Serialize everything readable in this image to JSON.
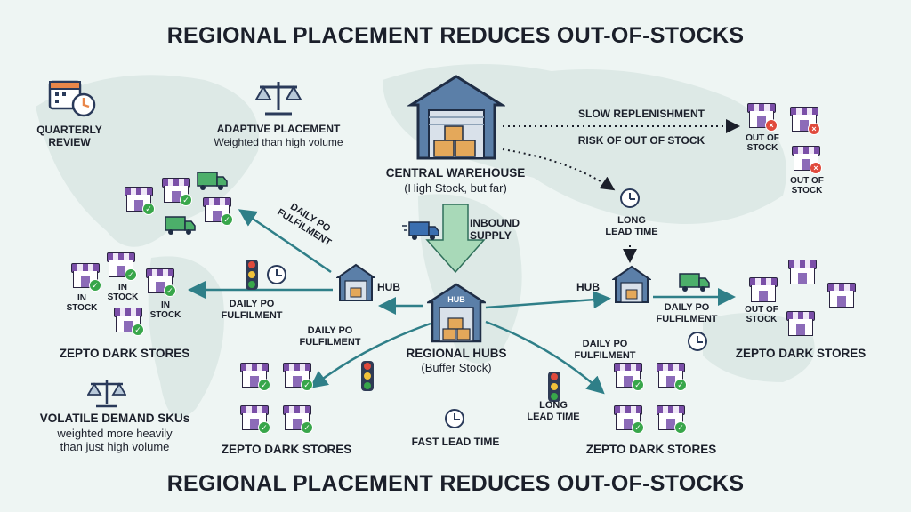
{
  "title_top": "REGIONAL PLACEMENT REDUCES OUT-OF-STOCKS",
  "title_bottom": "REGIONAL PLACEMENT REDUCES OUT-OF-STOCKS",
  "quarterly_review": "QUARTERLY\nREVIEW",
  "adaptive": {
    "title": "ADAPTIVE PLACEMENT",
    "sub": "Weighted than high volume"
  },
  "central": {
    "title": "CENTRAL WAREHOUSE",
    "sub": "(High Stock, but far)"
  },
  "slow_replenishment": "SLOW REPLENISHMENT",
  "risk": "RISK OF OUT OF STOCK",
  "out_of_stock": "OUT OF\nSTOCK",
  "inbound_supply": "INBOUND\nSUPPLY",
  "long_lead_time": "LONG\nLEAD TIME",
  "daily_po": "DAILY PO\nFULFILMENT",
  "hub": "HUB",
  "hub_box": "HUB",
  "regional": {
    "title": "REGIONAL HUBS",
    "sub": "(Buffer Stock)"
  },
  "in_stock": "IN\nSTOCK",
  "zepto": "ZEPTO DARK STORES",
  "volatile": {
    "title": "VOLATILE DEMAND SKUs",
    "sub": "weighted more heavily\nthan just high volume"
  },
  "fast_lead_time": "FAST LEAD TIME",
  "colors": {
    "accent": "#2f7f88",
    "store_purple": "#7b4fa8",
    "ok": "#38a64a",
    "bad": "#e04a3c",
    "arrow_green": "#a8d9b8"
  }
}
